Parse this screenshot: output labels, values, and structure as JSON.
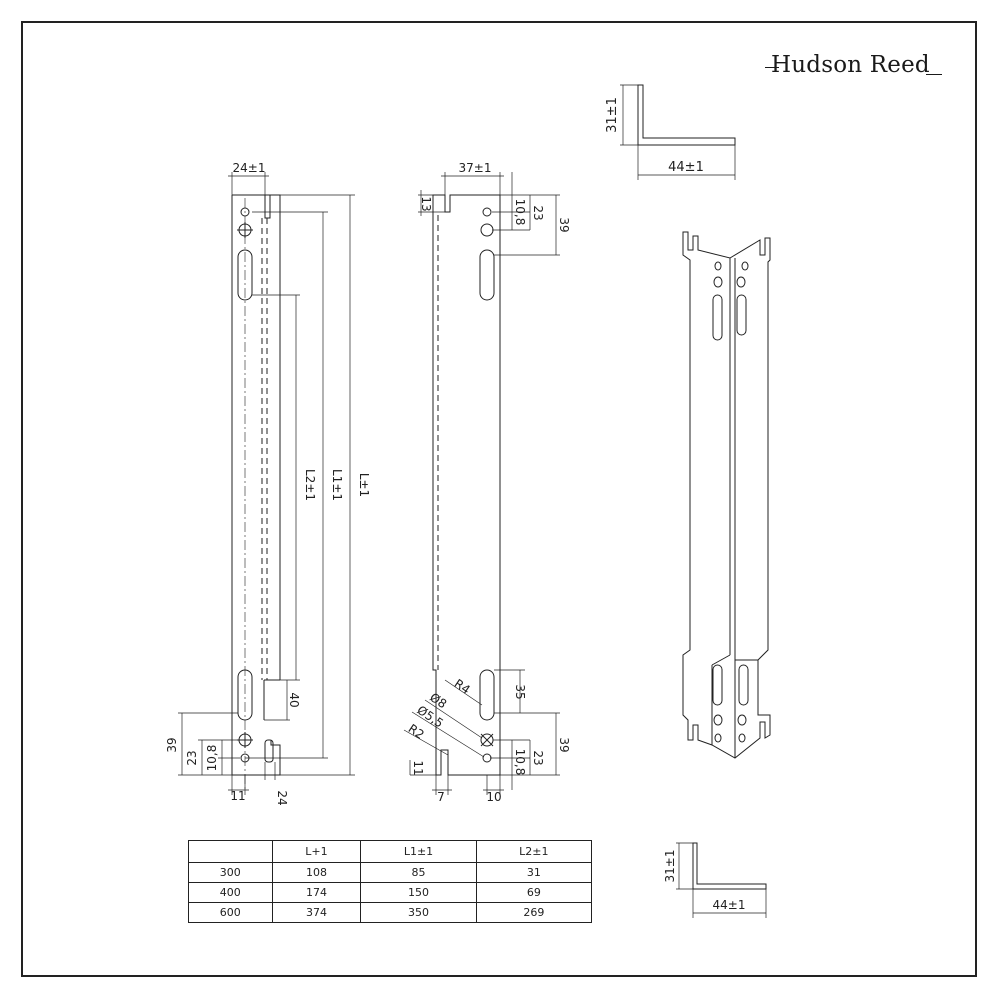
{
  "brand": {
    "logo_text": "Hudson Reed"
  },
  "bracket_a": {
    "width": "24±1",
    "slot_offset": "40",
    "hole_pitch": "10,8",
    "hole_from_end": "23",
    "slot_from_end": "39",
    "end_gap": "11",
    "tab_width": "24",
    "l": "L±1",
    "l1": "L1±1",
    "l2": "L2±1"
  },
  "bracket_b": {
    "width": "37±1",
    "notch": "13",
    "hole_pitch_top": "10,8",
    "hole_from_top": "23",
    "slot_from_top": "39",
    "radius_4": "R4",
    "dia_8": "Ø8",
    "dia_5_5": "Ø5,5",
    "radius_2": "R2",
    "slot_len": "35",
    "hole_pitch_bottom": "10,8",
    "hole_from_bottom": "23",
    "slot_from_bottom": "39",
    "bottom_7": "7",
    "bottom_10": "10",
    "bottom_11": "11"
  },
  "profile_top": {
    "height": "31±1",
    "width": "44±1"
  },
  "profile_bottom": {
    "height": "31±1",
    "width": "44±1"
  },
  "table": {
    "headers": [
      "",
      "L+1",
      "L1±1",
      "L2±1"
    ],
    "rows": [
      [
        "300",
        "108",
        "85",
        "31"
      ],
      [
        "400",
        "174",
        "150",
        "69"
      ],
      [
        "600",
        "374",
        "350",
        "269"
      ]
    ]
  }
}
